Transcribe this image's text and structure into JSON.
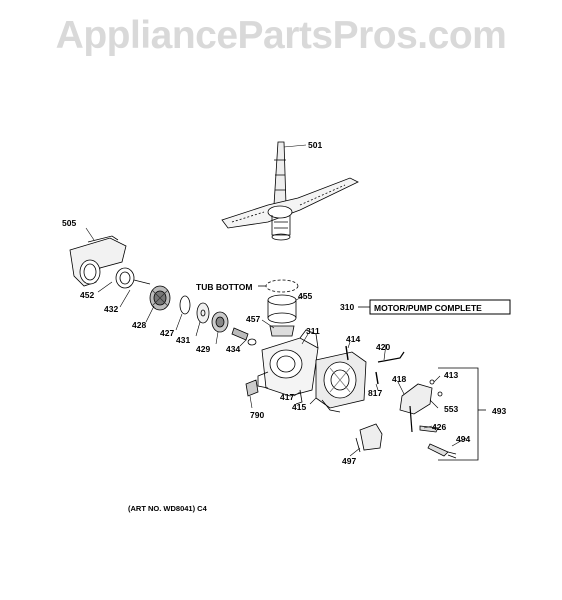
{
  "watermark": "AppliancePartsPros.com",
  "labels": {
    "tub_bottom": "TUB BOTTOM",
    "motor_pump_number": "310",
    "motor_pump_complete": "MOTOR/PUMP COMPLETE",
    "art_no": "(ART NO. WD8041) C4"
  },
  "parts": [
    {
      "id": "501"
    },
    {
      "id": "505"
    },
    {
      "id": "452"
    },
    {
      "id": "432"
    },
    {
      "id": "455"
    },
    {
      "id": "428"
    },
    {
      "id": "427"
    },
    {
      "id": "431"
    },
    {
      "id": "429"
    },
    {
      "id": "434"
    },
    {
      "id": "457"
    },
    {
      "id": "311"
    },
    {
      "id": "414"
    },
    {
      "id": "420"
    },
    {
      "id": "413"
    },
    {
      "id": "418"
    },
    {
      "id": "817"
    },
    {
      "id": "553"
    },
    {
      "id": "493"
    },
    {
      "id": "417"
    },
    {
      "id": "415"
    },
    {
      "id": "790"
    },
    {
      "id": "426"
    },
    {
      "id": "494"
    },
    {
      "id": "497"
    }
  ]
}
